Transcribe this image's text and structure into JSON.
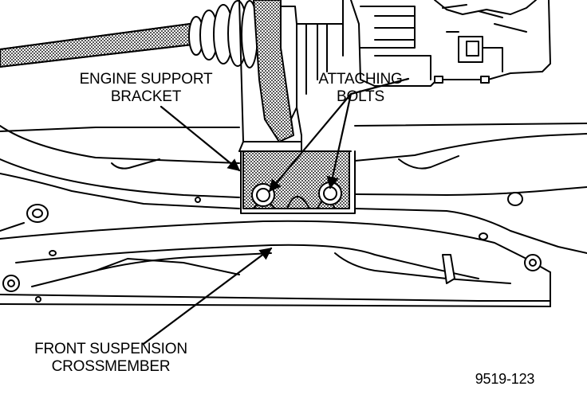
{
  "labels": {
    "engine_support_bracket": {
      "line1": "ENGINE SUPPORT",
      "line2": "BRACKET"
    },
    "attaching_bolts": {
      "line1": "ATTACHING",
      "line2": "BOLTS"
    },
    "front_suspension_crossmember": {
      "line1": "FRONT SUSPENSION",
      "line2": "CROSSMEMBER"
    },
    "figure_id": "9519-123"
  },
  "colors": {
    "ink": "#000000",
    "paper": "#ffffff",
    "hatch": "#6a6a6a"
  }
}
